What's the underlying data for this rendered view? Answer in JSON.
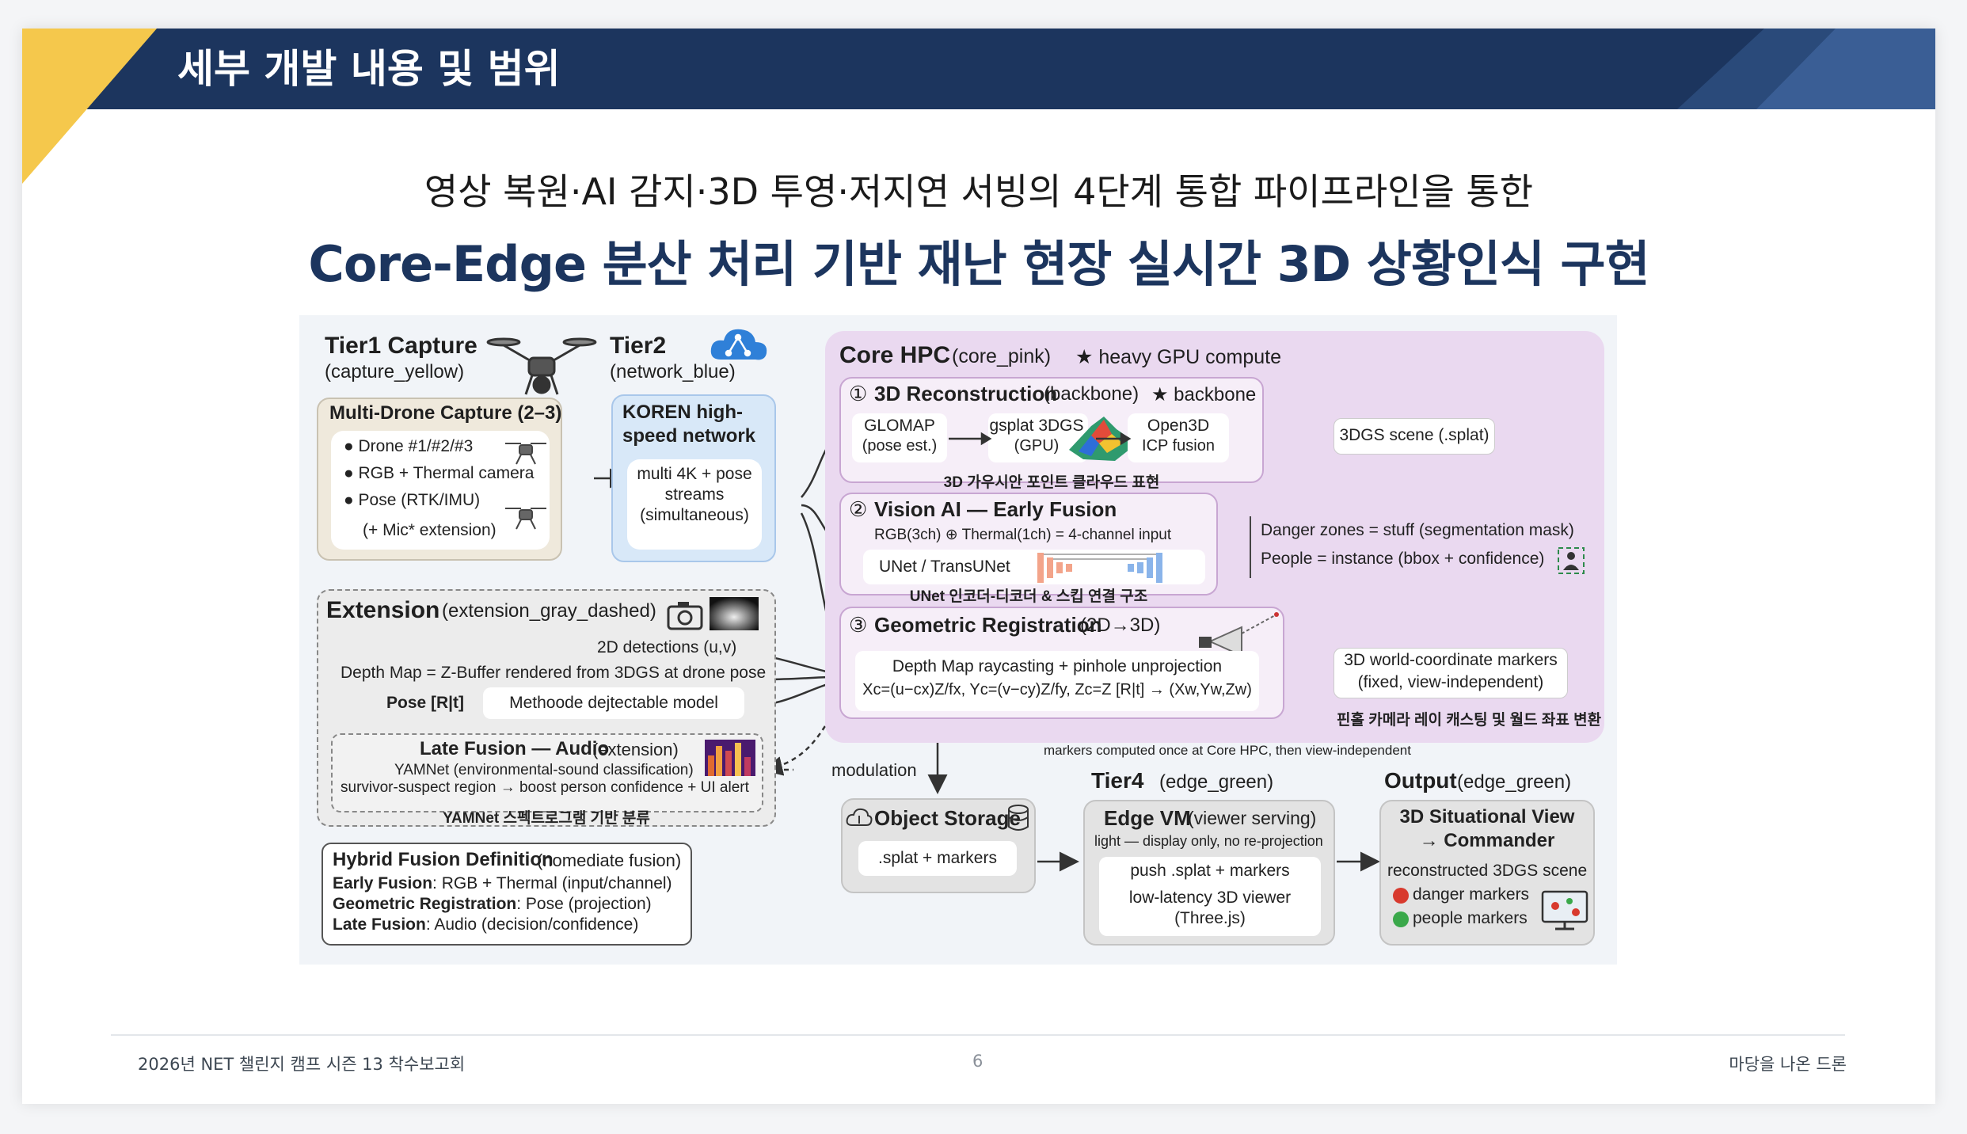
{
  "header": {
    "title": "세부 개발 내용 및 범위"
  },
  "subtitle": {
    "line1": "영상 복원·AI 감지·3D 투영·저지연 서빙의 4단계 통합 파이프라인을 통한",
    "line2": "Core-Edge 분산 처리 기반 재난 현장 실시간 3D 상황인식 구현"
  },
  "diagram": {
    "tier1": {
      "title": "Tier1 Capture",
      "tag": "(capture_yellow)",
      "box_title": "Multi-Drone Capture (2–3)",
      "items": [
        "● Drone #1/#2/#3",
        "● RGB + Thermal camera",
        "● Pose (RTK/IMU)",
        "(+ Mic* extension)"
      ]
    },
    "tier2": {
      "title": "Tier2",
      "tag": "(network_blue)",
      "box_title": "KOREN high-speed network",
      "box_body": "multi 4K + pose streams (simultaneous)"
    },
    "core": {
      "title": "Core HPC",
      "tag": "(core_pink)",
      "star": "★ heavy GPU compute"
    },
    "step1": {
      "num": "①",
      "title": "3D Reconstruction",
      "tag": "(backbone)",
      "star": "★ backbone",
      "glomap": "GLOMAP",
      "glomap_sub": "(pose est.)",
      "gsplat": "gsplat 3DGS",
      "gsplat_sub": "(GPU)",
      "open3d": "Open3D",
      "open3d_sub": "ICP fusion",
      "caption": "3D 가우시안 포인트 클라우드 표현",
      "output": "3DGS scene (.splat)"
    },
    "step2": {
      "num": "②",
      "title": "Vision AI — Early Fusion",
      "input": "RGB(3ch) ⊕ Thermal(1ch) = 4-channel input",
      "model": "UNet / TransUNet",
      "caption": "UNet 인코더-디코더 & 스킵 연결 구조",
      "out1": "Danger zones = stuff (segmentation mask)",
      "out2": "People = instance (bbox + confidence)"
    },
    "step3": {
      "num": "③",
      "title": "Geometric Registration",
      "tag": "(2D→3D)",
      "line1": "Depth Map raycasting + pinhole unprojection",
      "line2": "Xc=(u−cx)Z/fx, Yc=(v−cy)Z/fy, Zc=Z  [R|t] → (Xw,Yw,Zw)",
      "out": "3D world-coordinate markers",
      "out_sub": "(fixed, view-independent)",
      "caption": "핀홀 카메라 레이 캐스팅 및 월드 좌표 변환"
    },
    "markers_note": "markers computed once at Core HPC, then view-independent",
    "extension": {
      "title": "Extension",
      "tag": "(extension_gray_dashed)",
      "det": "2D detections (u,v)",
      "depth": "Depth Map = Z-Buffer rendered from 3DGS at drone pose",
      "pose": "Pose [R|t]",
      "model": "Methoode dejtectable model",
      "late_title": "Late Fusion — Audio",
      "late_tag": "(extension)",
      "late1": "YAMNet (environmental-sound classification)",
      "late2": "survivor-suspect region → boost person confidence + UI alert",
      "late_caption": "YAMNet 스펙트로그램 기반 분류",
      "modulation": "modulation"
    },
    "hybrid": {
      "title": "Hybrid Fusion Definition",
      "tag": "(nomediate fusion)",
      "lines": [
        {
          "k": "Early Fusion",
          "v": ": RGB + Thermal (input/channel)"
        },
        {
          "k": "Geometric Registration",
          "v": ": Pose (projection)"
        },
        {
          "k": "Late Fusion",
          "v": ": Audio (decision/confidence)"
        }
      ]
    },
    "storage": {
      "title": "Object Storage",
      "body": ".splat + markers"
    },
    "tier4": {
      "title": "Tier4",
      "tag": "(edge_green)",
      "box_title": "Edge VM",
      "box_tag": "(viewer serving)",
      "note": "light — display only, no re-projection",
      "body1": "push .splat + markers",
      "body2": "low-latency 3D viewer",
      "body3": "(Three.js)"
    },
    "output": {
      "title": "Output",
      "tag": "(edge_green)",
      "box_title1": "3D Situational View",
      "box_title2": "→ Commander",
      "body": "reconstructed 3DGS scene",
      "danger": "danger markers",
      "people": "people markers"
    }
  },
  "footer": {
    "left": "2026년 NET 챌린지 캠프 시즌 13 착수보고회",
    "page": "6",
    "right": "마당을 나온 드론"
  },
  "colors": {
    "navy": "#1c355e",
    "accent_yellow": "#f5c84c",
    "capture": "#efe9dc",
    "network": "#d8e8f8",
    "core": "#ead9f0",
    "edge": "#e3e3e3"
  }
}
